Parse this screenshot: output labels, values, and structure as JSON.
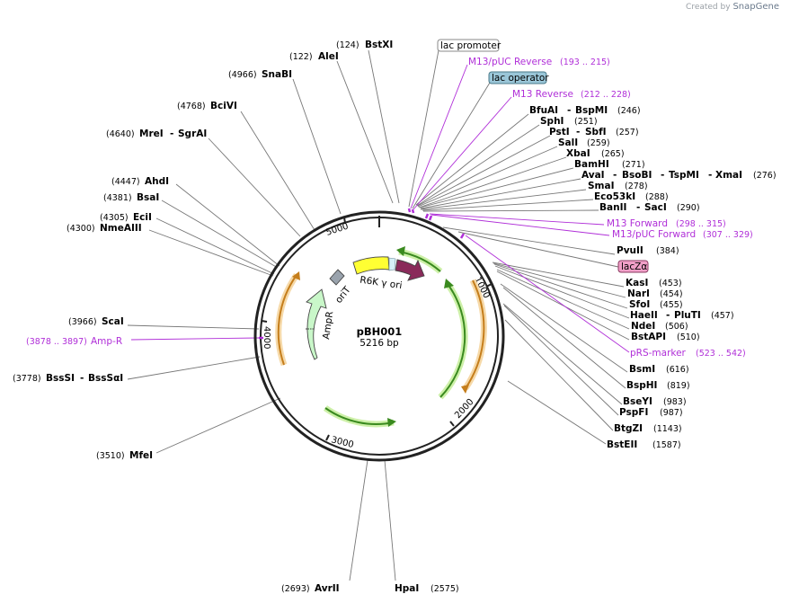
{
  "credit": {
    "prefix": "Created by",
    "brand": "SnapGene"
  },
  "plasmid": {
    "name": "pBH001",
    "length": "5216 bp"
  },
  "colors": {
    "feature_primer": "#b02fd8",
    "backbone": "#222222",
    "label_line": "#777777"
  },
  "ticks": [
    "1000",
    "2000",
    "3000",
    "4000",
    "5000"
  ],
  "inner_labels": {
    "r6k": "R6K γ ori",
    "orit": "oriT",
    "ampr": "AmpR"
  },
  "enzymes": [
    {
      "name": "BstXI",
      "pos": "(124)"
    },
    {
      "name": "AleI",
      "pos": "(122)"
    },
    {
      "name": "SnaBI",
      "pos": "(4966)"
    },
    {
      "name": "BciVI",
      "pos": "(4768)"
    },
    {
      "name": "MreI",
      "name2": "SgrAI",
      "pos": "(4640)"
    },
    {
      "name": "AhdI",
      "pos": "(4447)"
    },
    {
      "name": "BsaI",
      "pos": "(4381)"
    },
    {
      "name": "EciI",
      "pos": "(4305)"
    },
    {
      "name": "NmeAIII",
      "pos": "(4300)"
    },
    {
      "name": "ScaI",
      "pos": "(3966)"
    },
    {
      "name": "BssSI",
      "name2": "BssSαI",
      "pos": "(3778)"
    },
    {
      "name": "MfeI",
      "pos": "(3510)"
    },
    {
      "name": "AvrII",
      "pos": "(2693)"
    },
    {
      "name": "HpaI",
      "pos": "(2575)"
    },
    {
      "name": "BfuAI",
      "name2": "BspMI",
      "pos": "(246)"
    },
    {
      "name": "SphI",
      "pos": "(251)"
    },
    {
      "name": "PstI",
      "name2": "SbfI",
      "pos": "(257)"
    },
    {
      "name": "SalI",
      "pos": "(259)"
    },
    {
      "name": "XbaI",
      "pos": "(265)"
    },
    {
      "name": "BamHI",
      "pos": "(271)"
    },
    {
      "name": "AvaI",
      "name2": "BsoBI",
      "name3": "TspMI",
      "name4": "XmaI",
      "pos": "(276)"
    },
    {
      "name": "SmaI",
      "pos": "(278)"
    },
    {
      "name": "Eco53kI",
      "pos": "(288)"
    },
    {
      "name": "BanII",
      "name2": "SacI",
      "pos": "(290)"
    },
    {
      "name": "PvuII",
      "pos": "(384)"
    },
    {
      "name": "KasI",
      "pos": "(453)"
    },
    {
      "name": "NarI",
      "pos": "(454)"
    },
    {
      "name": "SfoI",
      "pos": "(455)"
    },
    {
      "name": "HaeII",
      "name2": "PluTI",
      "pos": "(457)"
    },
    {
      "name": "NdeI",
      "pos": "(506)"
    },
    {
      "name": "BstAPI",
      "pos": "(510)"
    },
    {
      "name": "BsmI",
      "pos": "(616)"
    },
    {
      "name": "BspHI",
      "pos": "(819)"
    },
    {
      "name": "BseYI",
      "pos": "(983)"
    },
    {
      "name": "PspFI",
      "pos": "(987)"
    },
    {
      "name": "BtgZI",
      "pos": "(1143)"
    },
    {
      "name": "BstEII",
      "pos": "(1587)"
    }
  ],
  "features": [
    {
      "name": "lac promoter"
    },
    {
      "name": "M13/pUC Reverse",
      "pos": "(193 .. 215)"
    },
    {
      "name": "lac operator"
    },
    {
      "name": "M13 Reverse",
      "pos": "(212 .. 228)"
    },
    {
      "name": "M13 Forward",
      "pos": "(298 .. 315)"
    },
    {
      "name": "M13/pUC Forward",
      "pos": "(307 .. 329)"
    },
    {
      "name": "lacZα"
    },
    {
      "name": "pRS-marker",
      "pos": "(523 .. 542)"
    },
    {
      "name": "Amp-R",
      "pos": "(3878 .. 3897)"
    }
  ]
}
